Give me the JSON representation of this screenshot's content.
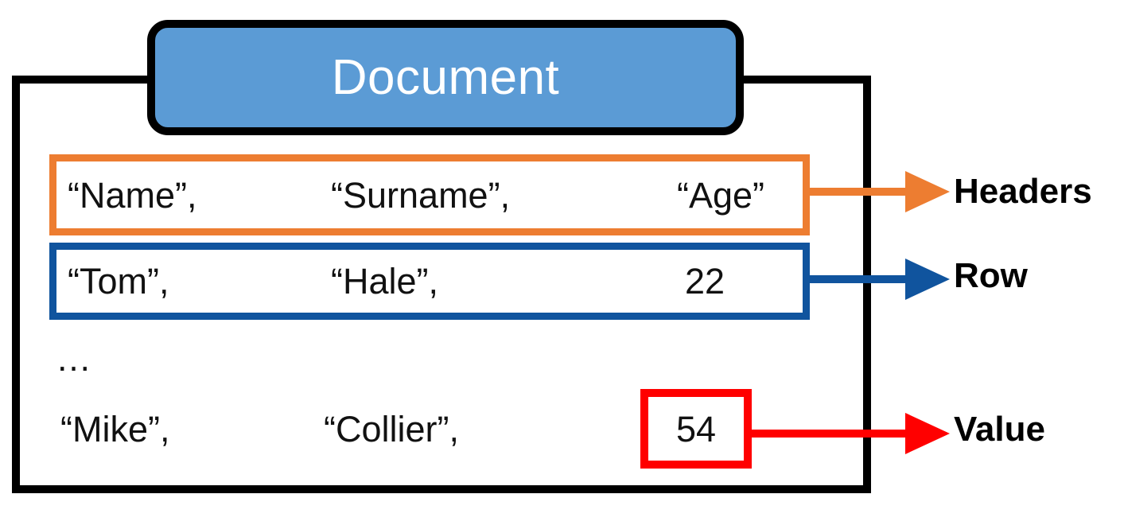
{
  "diagram": {
    "title": "Document",
    "document_box": {
      "label": "Document",
      "fill_color": "#5B9BD5",
      "border_color": "#000000",
      "text_color": "#FFFFFF"
    },
    "frame": {
      "border_color": "#000000"
    },
    "rows": {
      "headers": {
        "cells": [
          "“Name”,",
          "“Surname”,",
          "“Age”"
        ],
        "highlight_color": "#ED7D31",
        "callout_label": "Headers"
      },
      "first_row": {
        "cells": [
          "“Tom”,",
          "“Hale”,",
          "22"
        ],
        "highlight_color": "#10549E",
        "callout_label": "Row"
      },
      "continuation": {
        "text": "…"
      },
      "last_row": {
        "cells": [
          "“Mike”,",
          "“Collier”,",
          "54"
        ],
        "value_cell": "54",
        "highlight_color": "#FF0000",
        "callout_label": "Value"
      }
    },
    "callouts": [
      {
        "label": "Headers",
        "color": "#ED7D31"
      },
      {
        "label": "Row",
        "color": "#10549E"
      },
      {
        "label": "Value",
        "color": "#FF0000"
      }
    ]
  }
}
